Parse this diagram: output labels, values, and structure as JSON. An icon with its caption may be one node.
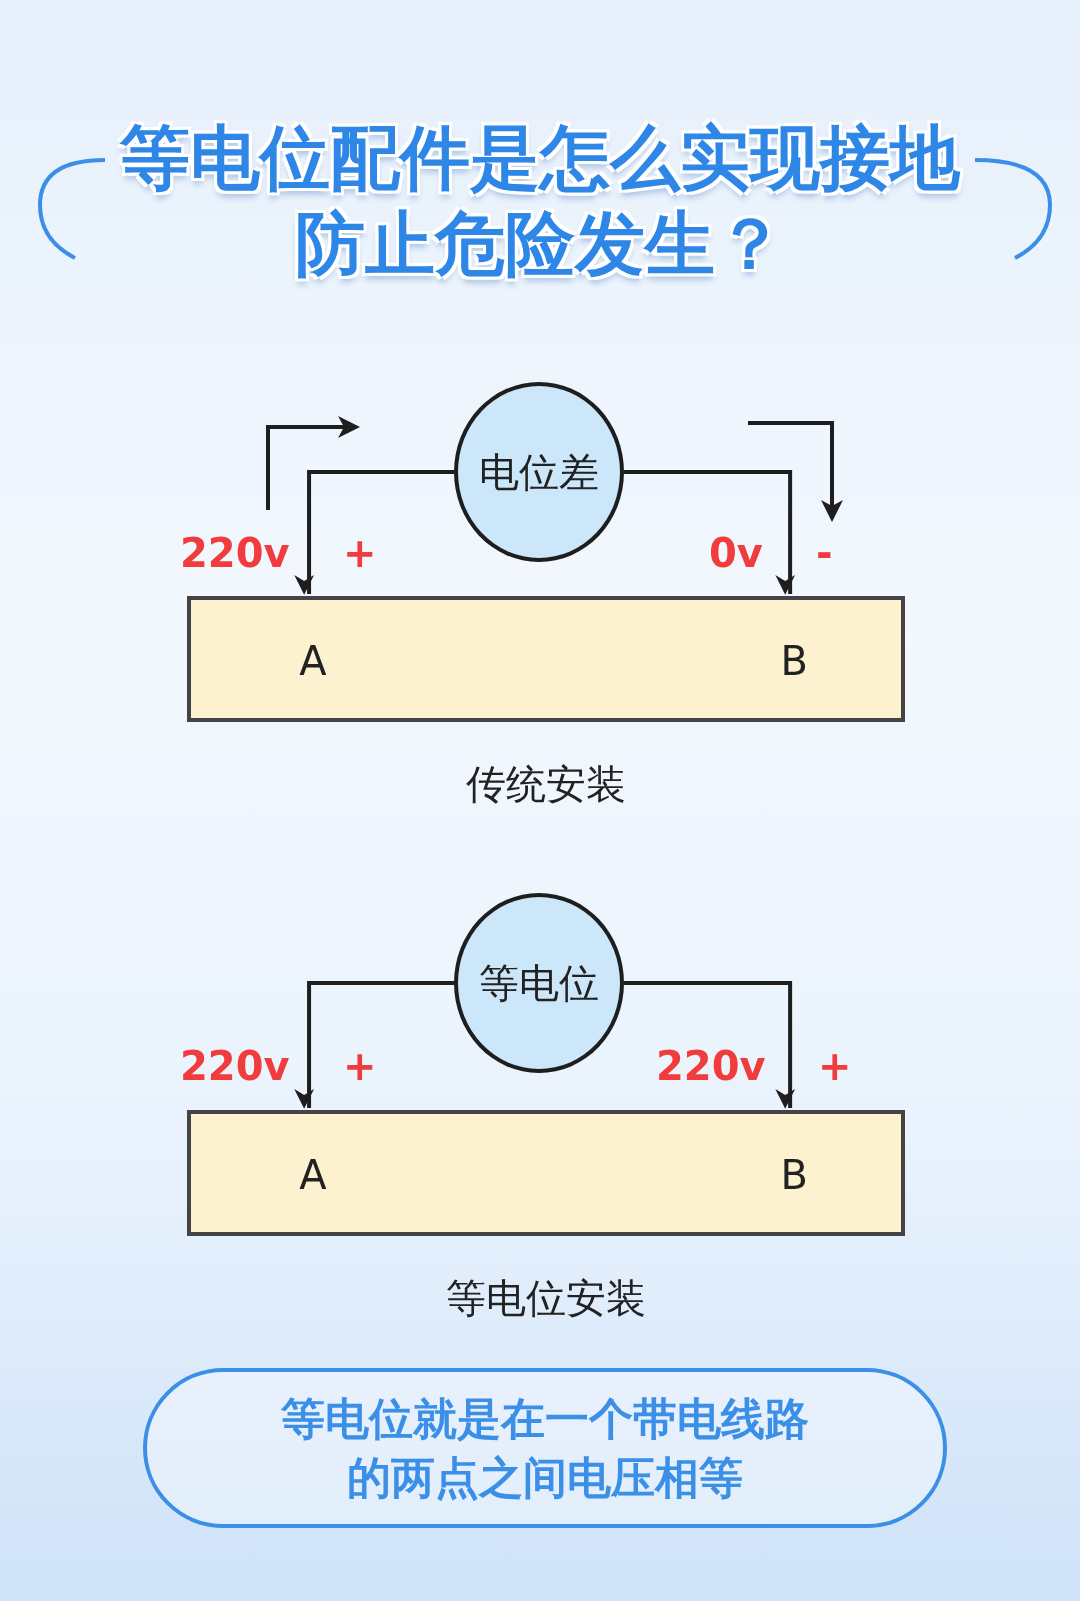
{
  "diagram": {
    "title": "等电位配件是怎么实现接地防止危险发生？",
    "nodes": [
      {
        "text": [
          "电位差"
        ]
      },
      {
        "text": [
          "A",
          "B"
        ],
        "beside": [
          "传统安装"
        ]
      },
      {
        "text": [
          "等电位"
        ]
      },
      {
        "text": [
          "A",
          "B"
        ],
        "beside": [
          "等电位安装"
        ]
      },
      {
        "text": [
          "等电位就是在一个带电线路的两点之间电压相等"
        ]
      }
    ],
    "edges": [
      {
        "from": 0,
        "to": 1,
        "arrow": "to"
      },
      {
        "from": 0,
        "to": 1,
        "arrow": "to"
      },
      {
        "from": 2,
        "to": 3,
        "arrow": "to"
      },
      {
        "from": 2,
        "to": 3,
        "arrow": "to"
      }
    ],
    "labels": [
      "220v",
      "+",
      "0v",
      "-",
      "220v",
      "+",
      "220v",
      "+"
    ]
  }
}
